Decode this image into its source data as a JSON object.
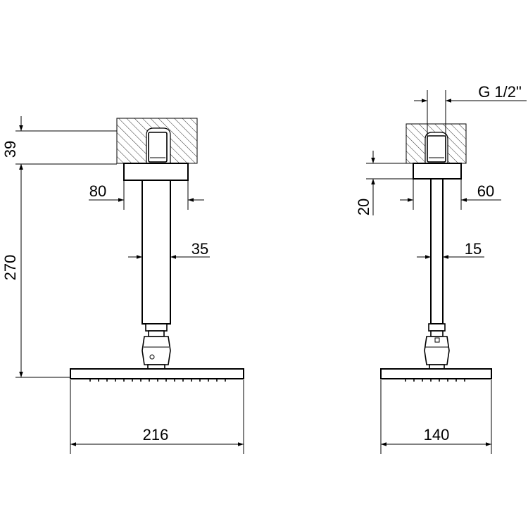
{
  "front_view": {
    "dim_wall_depth": "39",
    "dim_flange": "80",
    "dim_arm": "35",
    "dim_height": "270",
    "dim_head_width": "216"
  },
  "side_view": {
    "dim_thread": "G 1/2\"",
    "dim_flange_height": "20",
    "dim_flange": "60",
    "dim_arm": "15",
    "dim_head_width": "140"
  }
}
